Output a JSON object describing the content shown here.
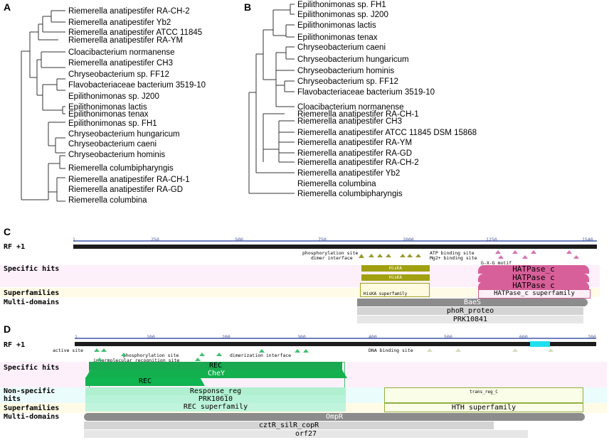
{
  "panels": {
    "a": "A",
    "b": "B",
    "c": "C",
    "d": "D"
  },
  "tree_a": [
    "Riemerella anatipestifer RA-CH-2",
    "Riemerella anatipestifer Yb2",
    "Riemerella anatipestifer ATCC 11845",
    "Riemerella anatipestifer RA-YM",
    "Cloacibacterium normanense",
    "Riemerella anatipestifer CH3",
    "Chryseobacterium sp. FF12",
    "Flavobacteriaceae bacterium 3519-10",
    "Epilithonimonas sp. J200",
    "Epilithonimonas lactis",
    "Epilithonimonas tenax",
    "Epilithonimonas sp. FH1",
    "Chryseobacterium hungaricum",
    "Chryseobacterium caeni",
    "Chryseobacterium hominis",
    "Riemerella columbipharyngis",
    "Riemerella anatipestifer RA-CH-1",
    "Riemerella anatipestifer RA-GD",
    "Riemerella columbina"
  ],
  "tree_b": [
    "Epilithonimonas sp. FH1",
    "Epilithonimonas sp. J200",
    "Epilithonimonas lactis",
    "Epilithonimonas tenax",
    "Chryseobacterium caeni",
    "Chryseobacterium hungaricum",
    "Chryseobacterium hominis",
    "Chryseobacterium sp. FF12",
    "Flavobacteriaceae bacterium 3519-10",
    "Cloacibacterium normanense",
    "Riemerella anatipestifer RA-CH-1",
    "Riemerella anatipestifer CH3",
    "Riemerella anatipestifer ATCC 11845 DSM 15868",
    "Riemerella anatipestifer RA-YM",
    "Riemerella anatipestifer RA-GD",
    "Riemerella anatipestifer RA-CH-2",
    "Riemerella anatipestifer Yb2",
    "Riemerella columbina",
    "Riemerella columbipharyngis"
  ],
  "panel_c": {
    "rf": "RF +1",
    "ticks": [
      "1",
      "250",
      "500",
      "750",
      "1000",
      "1250",
      "1540"
    ],
    "rows": {
      "specific": "Specific hits",
      "superfamilies": "Superfamilies",
      "multi": "Multi-domains"
    },
    "sites": [
      "phosphorylation site",
      "dimer interface",
      "ATP binding site",
      "Mg2+ binding site",
      "G-X-G motif"
    ],
    "hisKA": "HisKA",
    "hisKA_sf": "HisKA superfamily",
    "hatpase": "HATPase_c",
    "hatpase_sf": "HATPase_c superfamily",
    "multi": [
      "BaeS",
      "phoR_proteo",
      "PRK10841"
    ]
  },
  "panel_d": {
    "rf": "RF +1",
    "ticks": [
      "1",
      "100",
      "200",
      "300",
      "400",
      "500",
      "600",
      "700"
    ],
    "rows": {
      "specific": "Specific hits",
      "nonspecific": "Non-specific hits",
      "superfamilies": "Superfamilies",
      "multi": "Multi-domains"
    },
    "sites": [
      "active site",
      "phosphorylation site",
      "dimerization interface",
      "intermolecular recognition site",
      "DNA binding site"
    ],
    "specific": [
      "REC",
      "CheY",
      "REC"
    ],
    "nonspecific": [
      "Response_reg",
      "PRK10610",
      "trans_reg_C"
    ],
    "superfamilies": [
      "REC superfamily",
      "HTH superfamily"
    ],
    "multi": [
      "OmpR",
      "cztR_silR_copR",
      "orf27"
    ]
  }
}
